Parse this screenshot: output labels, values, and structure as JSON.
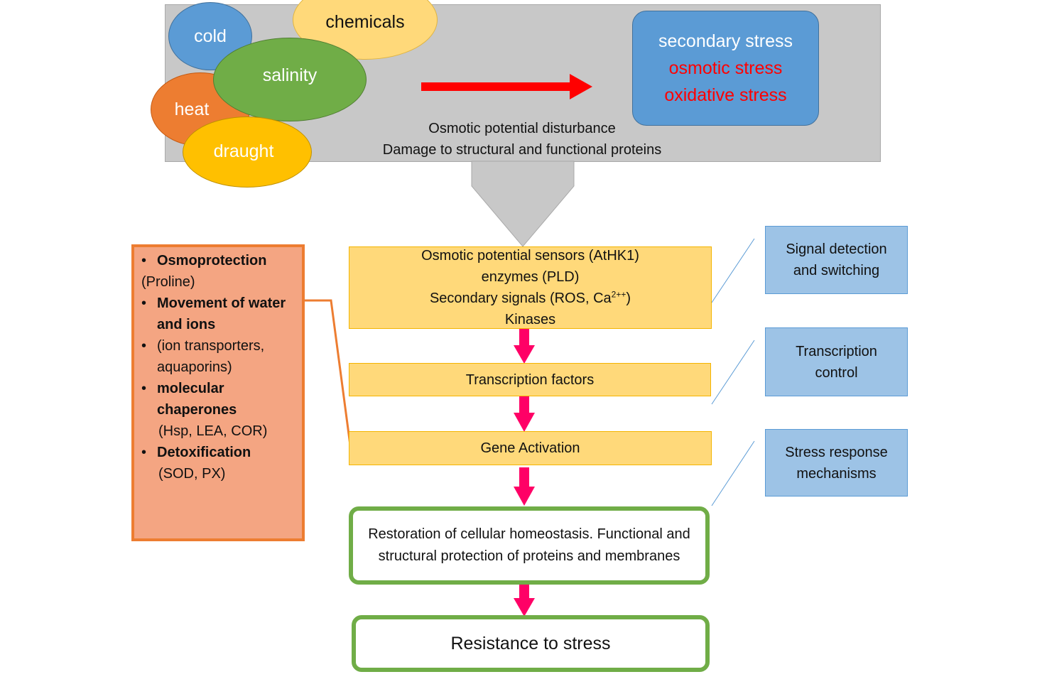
{
  "stressors": {
    "cold": "cold",
    "chemicals": "chemicals",
    "heat": "heat",
    "salinity": "salinity",
    "draught": "draught"
  },
  "secondary": {
    "title": "secondary stress",
    "osmotic": "osmotic stress",
    "oxidative": "oxidative stress"
  },
  "caption": {
    "line1": "Osmotic potential disturbance",
    "line2": "Damage to structural and functional proteins"
  },
  "sensors": {
    "line1": "Osmotic potential sensors (AtHK1)",
    "line2": "enzymes (PLD)",
    "line3_prefix": "Secondary signals  (ROS, Ca",
    "line3_sup": "2++",
    "line3_suffix": ")",
    "line4": "Kinases"
  },
  "transcription_factors": "Transcription factors",
  "gene_activation": "Gene Activation",
  "restoration": {
    "line1": "Restoration of cellular homeostasis. Functional and",
    "line2": "structural protection of proteins and membranes"
  },
  "resistance": "Resistance to stress",
  "labels": {
    "signal_line1": "Signal detection",
    "signal_line2": "and switching",
    "transcription_line1": "Transcription",
    "transcription_line2": "control",
    "stress_line1": "Stress response",
    "stress_line2": "mechanisms"
  },
  "mechanisms": {
    "bullet": "•",
    "item1_bold": "Osmoprotection",
    "item1_sub": "(Proline)",
    "item2_bold_line1": "Movement of water",
    "item2_bold_line2": "and ions",
    "item3_line1": "(ion transporters,",
    "item3_line2": "aquaporins)",
    "item4_bold_line1": "molecular",
    "item4_bold_line2": "chaperones",
    "item4_sub": "(Hsp, LEA, COR)",
    "item5_bold": "Detoxification",
    "item5_sub": "(SOD, PX)"
  },
  "colors": {
    "red_arrow": "#ff0000",
    "flow_arrow": "#ff0066",
    "grey_panel": "#c8c8c8",
    "yellow_box": "#ffd97a",
    "green_border": "#70ad47",
    "blue_label": "#9dc3e6",
    "orange_box": "#f4a582"
  }
}
